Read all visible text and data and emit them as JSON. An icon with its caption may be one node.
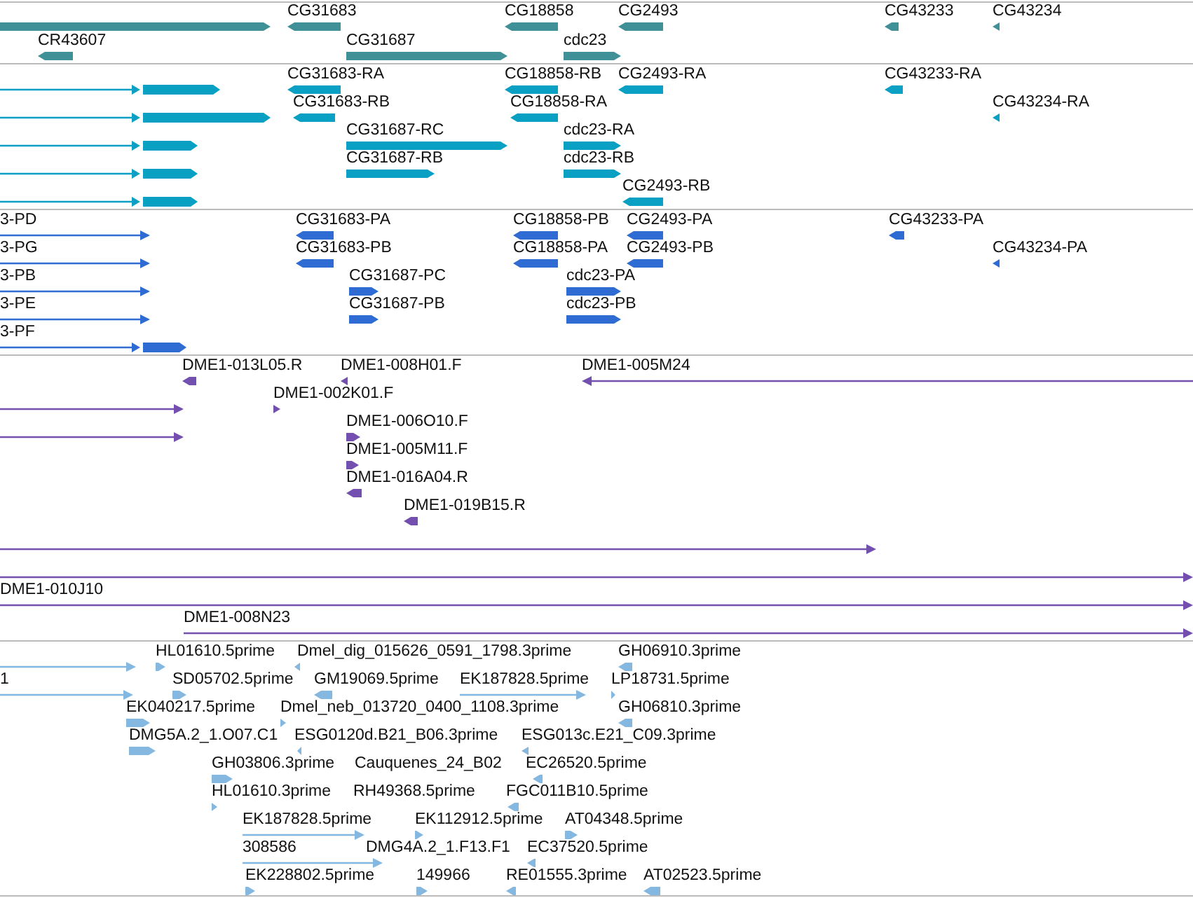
{
  "diagram": {
    "nodes": [
      {
        "text": [],
        "shape": "bar"
      },
      {
        "text": [
          "CG31683"
        ]
      },
      {
        "text": [
          "CG18858"
        ]
      },
      {
        "text": [
          "CG2493"
        ]
      },
      {
        "text": [
          "CG43233"
        ]
      },
      {
        "text": [
          "CG43234"
        ]
      },
      {
        "text": [
          "CR43607"
        ]
      },
      {
        "text": [
          "CG31687"
        ]
      },
      {
        "text": [
          "cdc23"
        ]
      },
      {
        "text": [],
        "shape": "bar"
      },
      {
        "text": [
          "CG31683-RA"
        ]
      },
      {
        "text": [
          "CG18858-RB"
        ]
      },
      {
        "text": [
          "CG2493-RA"
        ]
      },
      {
        "text": [
          "CG43233-RA"
        ]
      },
      {
        "text": [],
        "shape": "bar"
      },
      {
        "text": [
          "CG31683-RB"
        ]
      },
      {
        "text": [
          "CG18858-RA"
        ]
      },
      {
        "text": [
          "CG43234-RA"
        ]
      },
      {
        "text": [],
        "shape": "bar"
      },
      {
        "text": [
          "CG31687-RC"
        ]
      },
      {
        "text": [
          "cdc23-RA"
        ]
      },
      {
        "text": [],
        "shape": "bar"
      },
      {
        "text": [
          "CG31687-RB"
        ]
      },
      {
        "text": [
          "cdc23-RB"
        ]
      },
      {
        "text": [],
        "shape": "bar"
      },
      {
        "text": [
          "CG2493-RB"
        ]
      },
      {
        "text": [
          "3-PD"
        ]
      },
      {
        "text": [
          "CG31683-PA"
        ]
      },
      {
        "text": [
          "CG18858-PB"
        ]
      },
      {
        "text": [
          "CG2493-PA"
        ]
      },
      {
        "text": [
          "CG43233-PA"
        ]
      },
      {
        "text": [
          "3-PG"
        ]
      },
      {
        "text": [
          "CG31683-PB"
        ]
      },
      {
        "text": [
          "CG18858-PA"
        ]
      },
      {
        "text": [
          "CG2493-PB"
        ]
      },
      {
        "text": [
          "CG43234-PA"
        ]
      },
      {
        "text": [
          "3-PB"
        ]
      },
      {
        "text": [
          "CG31687-PC"
        ]
      },
      {
        "text": [
          "cdc23-PA"
        ]
      },
      {
        "text": [
          "3-PE"
        ]
      },
      {
        "text": [
          "CG31687-PB"
        ]
      },
      {
        "text": [
          "cdc23-PB"
        ]
      },
      {
        "text": [
          "3-PF"
        ]
      },
      {
        "text": [
          "DME1-013L05.R"
        ]
      },
      {
        "text": [
          "DME1-008H01.F"
        ]
      },
      {
        "text": [
          "DME1-005M24"
        ]
      },
      {
        "text": [],
        "shape": "bar"
      },
      {
        "text": [
          "DME1-002K01.F"
        ]
      },
      {
        "text": [],
        "shape": "bar"
      },
      {
        "text": [
          "DME1-006O10.F"
        ]
      },
      {
        "text": [
          "DME1-005M11.F"
        ]
      },
      {
        "text": [
          "DME1-016A04.R"
        ]
      },
      {
        "text": [
          "DME1-019B15.R"
        ]
      },
      {
        "text": [],
        "shape": "bar"
      },
      {
        "text": [],
        "shape": "bar"
      },
      {
        "text": [
          "DME1-010J10"
        ]
      },
      {
        "text": [
          "DME1-008N23"
        ]
      },
      {
        "text": [],
        "shape": "bar"
      },
      {
        "text": [
          "HL01610.5prime"
        ]
      },
      {
        "text": [
          "Dmel_dig_015626_0591_1798.3prime"
        ]
      },
      {
        "text": [
          "GH06910.3prime"
        ]
      },
      {
        "text": [
          "1"
        ]
      },
      {
        "text": [
          "SD05702.5prime"
        ]
      },
      {
        "text": [
          "GM19069.5prime"
        ]
      },
      {
        "text": [
          "EK187828.5prime"
        ]
      },
      {
        "text": [
          "LP18731.5prime"
        ]
      },
      {
        "text": [
          "EK040217.5prime"
        ]
      },
      {
        "text": [
          "Dmel_neb_013720_0400_1108.3prime"
        ]
      },
      {
        "text": [
          "GH06810.3prime"
        ]
      },
      {
        "text": [
          "DMG5A.2_1.O07.C1"
        ]
      },
      {
        "text": [
          "ESG0120d.B21_B06.3prime"
        ]
      },
      {
        "text": [
          "ESG013c.E21_C09.3prime"
        ]
      },
      {
        "text": [
          "GH03806.3prime"
        ]
      },
      {
        "text": [
          "Cauquenes_24_B02"
        ]
      },
      {
        "text": [
          "EC26520.5prime"
        ]
      },
      {
        "text": [
          "HL01610.3prime"
        ]
      },
      {
        "text": [
          "RH49368.5prime"
        ]
      },
      {
        "text": [
          "FGC011B10.5prime"
        ]
      },
      {
        "text": [
          "EK187828.5prime"
        ]
      },
      {
        "text": [
          "EK112912.5prime"
        ]
      },
      {
        "text": [
          "AT04348.5prime"
        ]
      },
      {
        "text": [
          "308586"
        ]
      },
      {
        "text": [
          "DMG4A.2_1.F13.F1"
        ]
      },
      {
        "text": [
          "EC37520.5prime"
        ]
      },
      {
        "text": [
          "EK228802.5prime"
        ]
      },
      {
        "text": [
          "149966"
        ]
      },
      {
        "text": [
          "RE01555.3prime"
        ]
      },
      {
        "text": [
          "AT02523.5prime"
        ]
      }
    ]
  }
}
